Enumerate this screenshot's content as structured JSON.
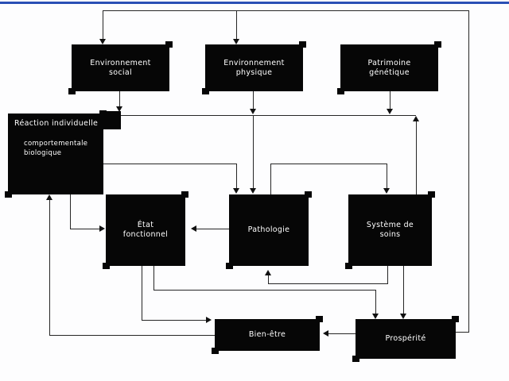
{
  "page": {
    "background_color": "#fdfdfe",
    "top_bar_color": "#2a4fb5",
    "box_fill_color": "#060606",
    "box_text_color": "#ffffff",
    "line_color": "#262626"
  },
  "diagram": {
    "nodes": {
      "env_social": {
        "line1": "Environnement",
        "line2": "social"
      },
      "env_physique": {
        "line1": "Environnement",
        "line2": "physique"
      },
      "patrimoine": {
        "line1": "Patrimoine",
        "line2": "génétique"
      },
      "reaction": {
        "title": "Réaction individuelle",
        "item1": "comportementale",
        "item2": "biologique"
      },
      "etat": {
        "line1": "État",
        "line2": "fonctionnel"
      },
      "pathologie": {
        "line1": "Pathologie"
      },
      "systeme": {
        "line1": "Système de",
        "line2": "soins"
      },
      "bien_etre": {
        "line1": "Bien-être"
      },
      "prosperite": {
        "line1": "Prospérité"
      }
    },
    "edges": [
      {
        "from": "prosperite",
        "to": "env_social"
      },
      {
        "from": "prosperite",
        "to": "env_physique"
      },
      {
        "from": "env_social",
        "to": "reaction"
      },
      {
        "from": "env_physique",
        "to": "reaction"
      },
      {
        "from": "patrimoine",
        "to": "reaction"
      },
      {
        "from": "env_physique",
        "to": "pathologie"
      },
      {
        "from": "systeme",
        "to": "reaction"
      },
      {
        "from": "reaction",
        "to": "pathologie"
      },
      {
        "from": "pathologie",
        "to": "systeme"
      },
      {
        "from": "systeme",
        "to": "pathologie"
      },
      {
        "from": "reaction",
        "to": "etat"
      },
      {
        "from": "pathologie",
        "to": "etat"
      },
      {
        "from": "etat",
        "to": "bien_etre"
      },
      {
        "from": "etat",
        "to": "prosperite"
      },
      {
        "from": "systeme",
        "to": "prosperite"
      },
      {
        "from": "prosperite",
        "to": "bien_etre"
      },
      {
        "from": "bien_etre",
        "to": "reaction"
      }
    ]
  }
}
